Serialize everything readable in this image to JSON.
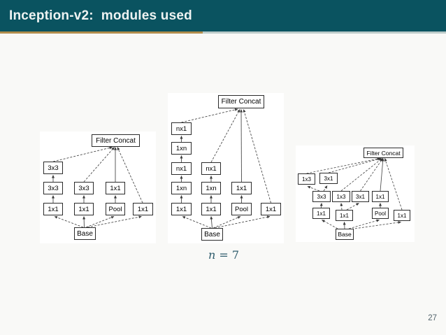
{
  "header": {
    "title": "Inception-v2:  modules used"
  },
  "caption": {
    "variable": "n",
    "rest": " = 7"
  },
  "footer": {
    "page_number": "27"
  },
  "colors": {
    "header_bg": "#0a5360",
    "accent_gold": "#b18d4c",
    "accent_light": "#bccbc9",
    "slide_bg": "#f9f9f7",
    "caption_color": "#2d5b6b",
    "page_number_color": "#53646c",
    "box_border": "#2b2b2b"
  },
  "diagrams": [
    {
      "id": "inception-module-double-3x3",
      "concat": "Filter Concat",
      "base": "Base",
      "nodes": [
        "3x3",
        "3x3",
        "1x1",
        "3x3",
        "1x1",
        "1x1",
        "Pool",
        "1x1"
      ]
    },
    {
      "id": "inception-module-factorized-nx1",
      "concat": "Filter Concat",
      "base": "Base",
      "nodes": [
        "nx1",
        "1xn",
        "nx1",
        "1xn",
        "1x1",
        "nx1",
        "1xn",
        "1x1",
        "1x1",
        "Pool",
        "1x1"
      ]
    },
    {
      "id": "inception-module-expanded-bank",
      "concat": "Filter Concat",
      "base": "Base",
      "nodes": [
        "1x3",
        "3x1",
        "3x3",
        "1x3",
        "3x1",
        "1x1",
        "1x1",
        "1x1",
        "Pool",
        "1x1"
      ]
    }
  ]
}
